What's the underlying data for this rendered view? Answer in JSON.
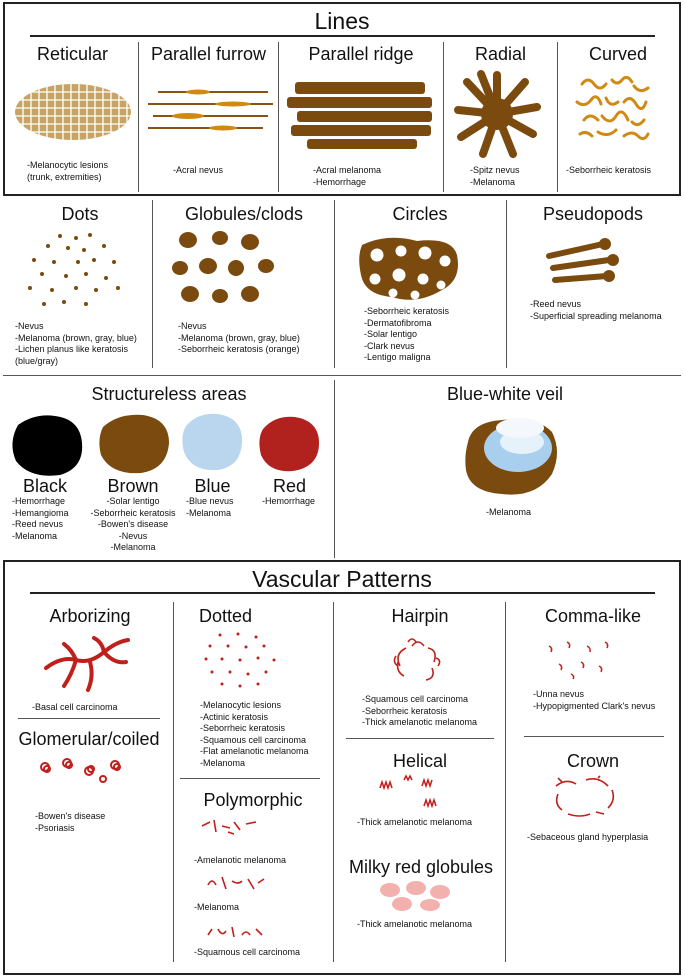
{
  "lines": {
    "title": "Lines",
    "items": [
      {
        "title": "Reticular",
        "desc": "-Melanocytic lesions\n(trunk, extremities)"
      },
      {
        "title": "Parallel furrow",
        "desc": "-Acral nevus"
      },
      {
        "title": "Parallel ridge",
        "desc": "-Acral melanoma\n-Hemorrhage"
      },
      {
        "title": "Radial",
        "desc": "-Spitz nevus\n-Melanoma"
      },
      {
        "title": "Curved",
        "desc": "-Seborrheic keratosis"
      }
    ]
  },
  "row2": [
    {
      "title": "Dots",
      "desc": "-Nevus\n-Melanoma (brown, gray, blue)\n-Lichen planus like keratosis\n(blue/gray)"
    },
    {
      "title": "Globules/clods",
      "desc": "-Nevus\n-Melanoma (brown, gray, blue)\n-Seborrheic keratosis (orange)"
    },
    {
      "title": "Circles",
      "desc": "-Seborrheic keratosis\n-Dermatofibroma\n-Solar lentigo\n-Clark nevus\n-Lentigo maligna"
    },
    {
      "title": "Pseudopods",
      "desc": "-Reed nevus\n-Superficial spreading melanoma"
    }
  ],
  "structureless": {
    "title": "Structureless areas",
    "items": [
      {
        "label": "Black",
        "color": "#000000",
        "desc": "-Hemorrhage\n-Hemangioma\n-Reed nevus\n-Melanoma"
      },
      {
        "label": "Brown",
        "color": "#7a4a0f",
        "desc": "-Solar lentigo\n-Seborrheic keratosis\n-Bowen's disease\n-Nevus\n-Melanoma"
      },
      {
        "label": "Blue",
        "color": "#b9d6ee",
        "desc": "-Blue nevus\n-Melanoma"
      },
      {
        "label": "Red",
        "color": "#b1211e",
        "desc": "-Hemorrhage"
      }
    ]
  },
  "veil": {
    "title": "Blue-white veil",
    "desc": "-Melanoma"
  },
  "vascular": {
    "title": "Vascular Patterns",
    "arborizing": {
      "title": "Arborizing",
      "desc": "-Basal cell carcinoma"
    },
    "glomerular": {
      "title": "Glomerular/coiled",
      "desc": "-Bowen's disease\n-Psoriasis"
    },
    "dotted": {
      "title": "Dotted",
      "desc": "-Melanocytic lesions\n-Actinic keratosis\n-Seborrheic keratosis\n-Squamous cell carcinoma\n-Flat amelanotic melanoma\n-Melanoma"
    },
    "polymorphic": {
      "title": "Polymorphic",
      "desc1": "-Amelanotic melanoma",
      "desc2": "-Melanoma",
      "desc3": "-Squamous cell carcinoma"
    },
    "hairpin": {
      "title": "Hairpin",
      "desc": "-Squamous cell carcinoma\n-Seborrheic keratosis\n-Thick amelanotic melanoma"
    },
    "helical": {
      "title": "Helical",
      "desc": "-Thick amelanotic melanoma"
    },
    "milky": {
      "title": "Milky red globules",
      "desc": "-Thick amelanotic melanoma"
    },
    "comma": {
      "title": "Comma-like",
      "desc": "-Unna nevus\n-Hypopigmented Clark's nevus"
    },
    "crown": {
      "title": "Crown",
      "desc": "-Sebaceous gland hyperplasia"
    }
  },
  "colors": {
    "brown": "#7a4a0f",
    "orange": "#c8860a",
    "red": "#c0201c",
    "pink": "#f3b1ae",
    "blue": "#b9d6ee"
  }
}
